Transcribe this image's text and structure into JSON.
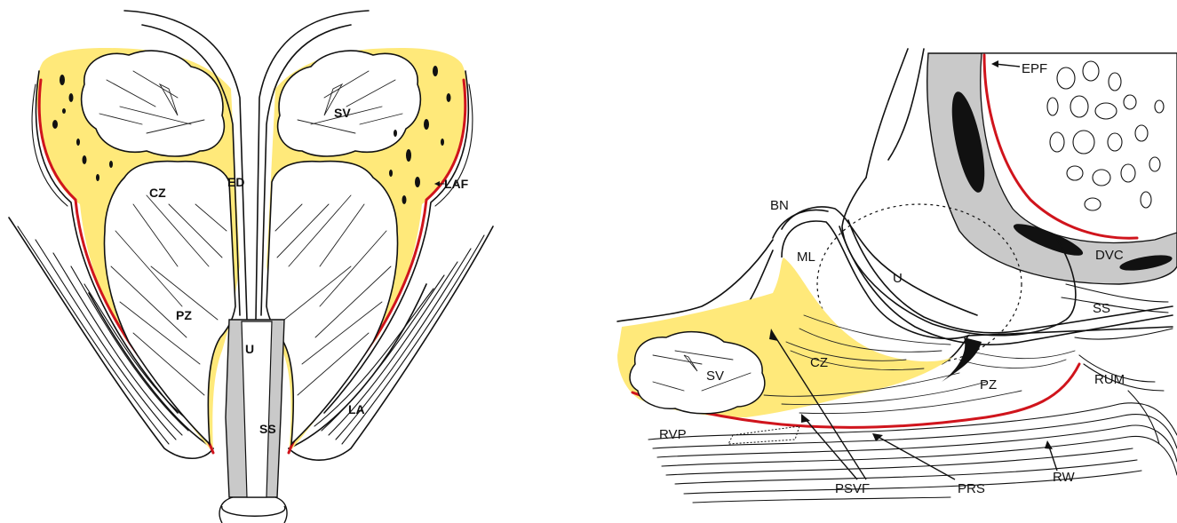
{
  "left_figure": {
    "labels": {
      "sv": "SV",
      "ed": "ED",
      "cz": "CZ",
      "laf": "LAF",
      "pz": "PZ",
      "u": "U",
      "ss": "SS",
      "la": "LA"
    }
  },
  "right_figure": {
    "labels": {
      "epf": "EPF",
      "bn": "BN",
      "ml": "ML",
      "u": "U",
      "dvc": "DVC",
      "ss": "SS",
      "sv": "SV",
      "cz": "CZ",
      "pz": "PZ",
      "rum": "RUM",
      "rvp": "RVP",
      "psvf": "PSVF",
      "prs": "PRS",
      "rw": "RW"
    }
  },
  "colors": {
    "fat_yellow": "#ffe97a",
    "fascia_red": "#d0141c",
    "urethra_grey": "#c9c9c9"
  }
}
